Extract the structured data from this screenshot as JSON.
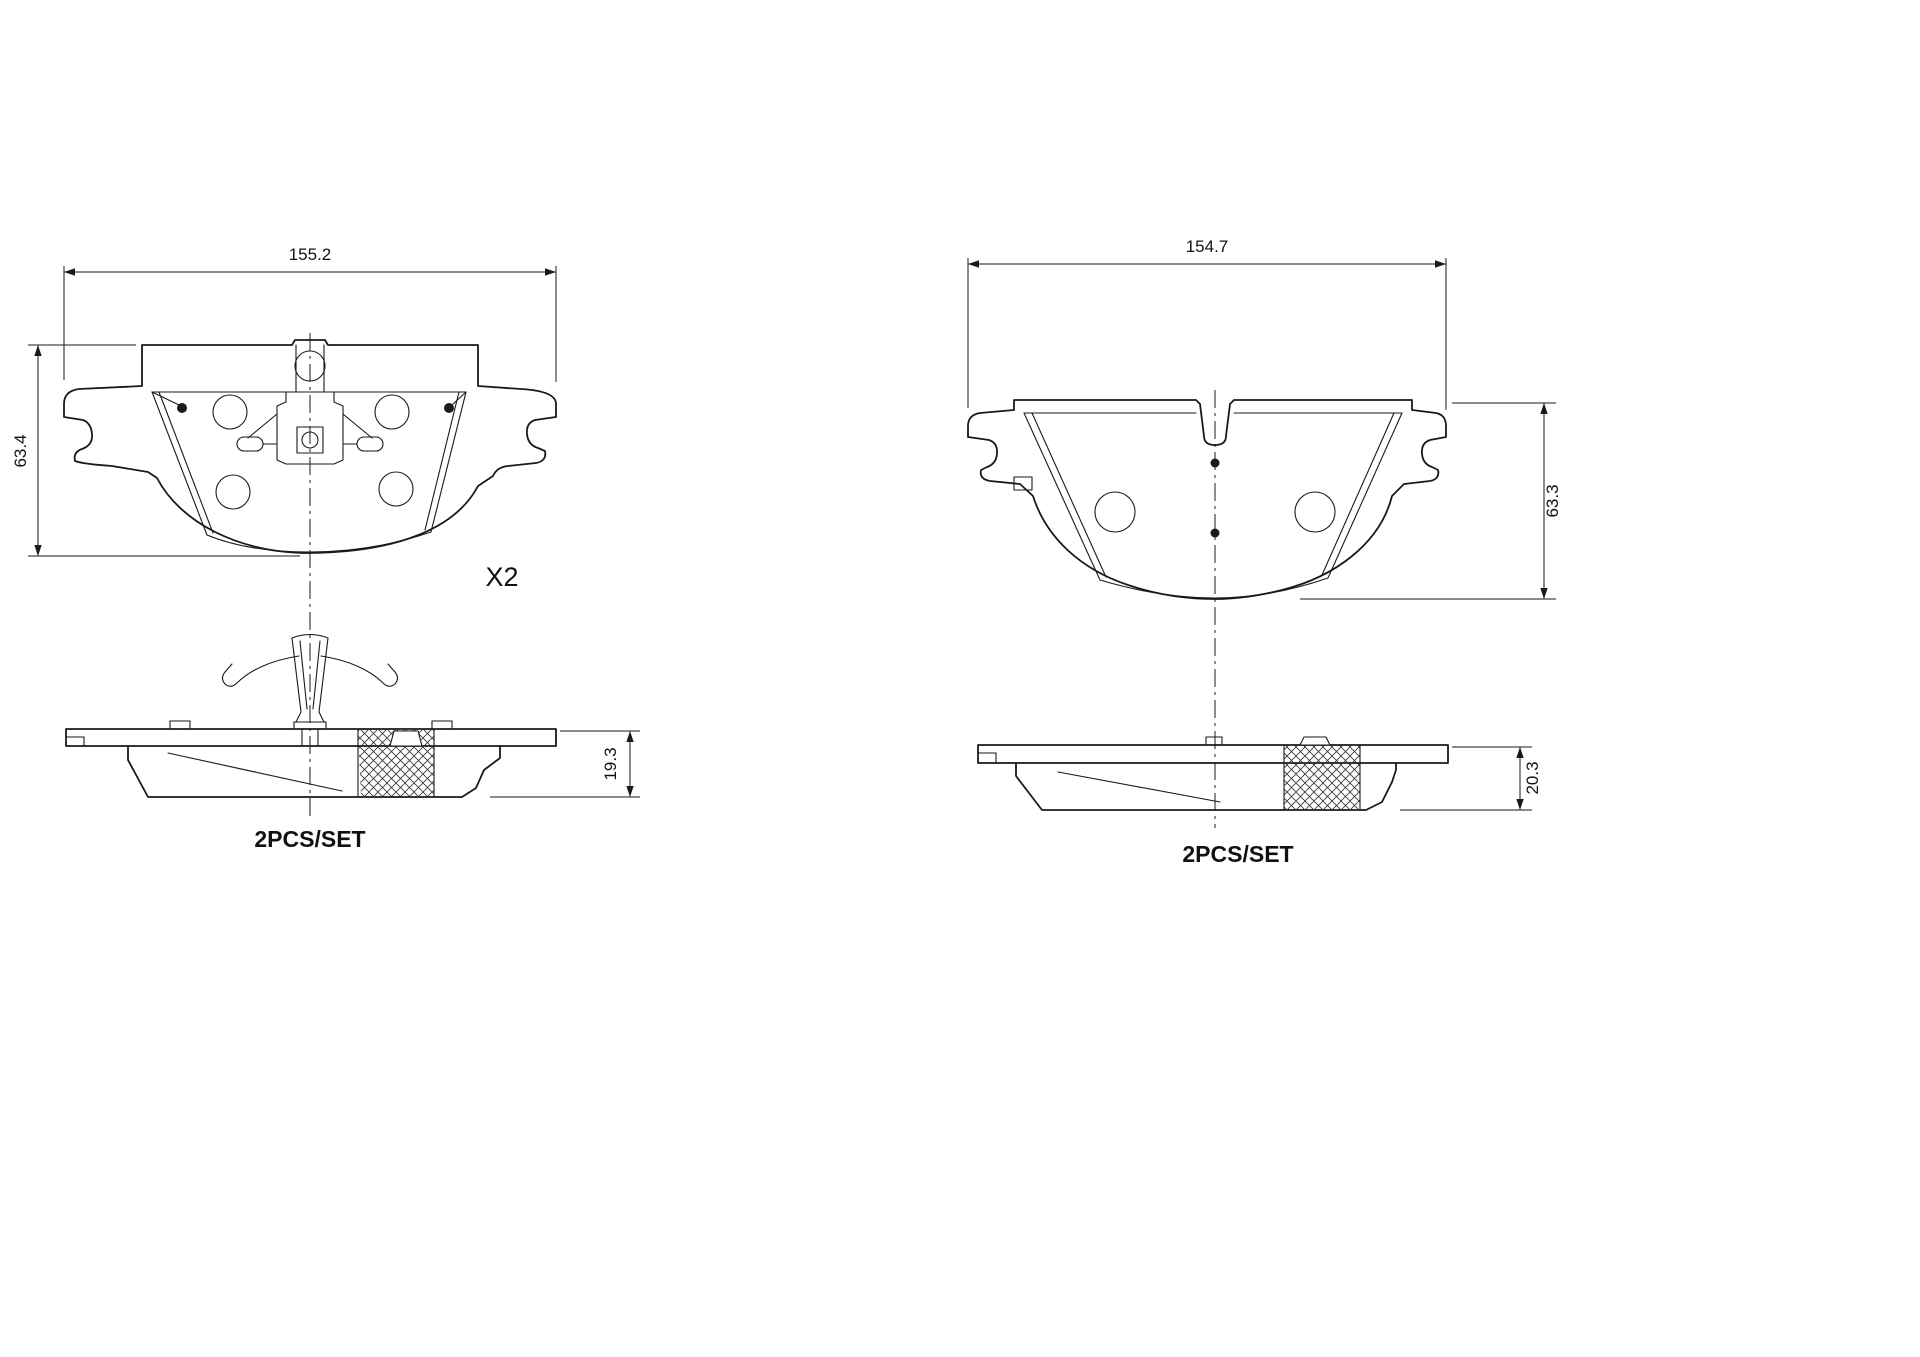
{
  "drawing": {
    "left": {
      "width_dim": "155.2",
      "height_dim": "63.4",
      "thickness_dim": "19.3",
      "quantity_label": "X2",
      "set_label": "2PCS/SET"
    },
    "right": {
      "width_dim": "154.7",
      "height_dim": "63.3",
      "thickness_dim": "20.3",
      "set_label": "2PCS/SET"
    },
    "colors": {
      "line": "#1a1a1a",
      "background": "#ffffff"
    }
  }
}
